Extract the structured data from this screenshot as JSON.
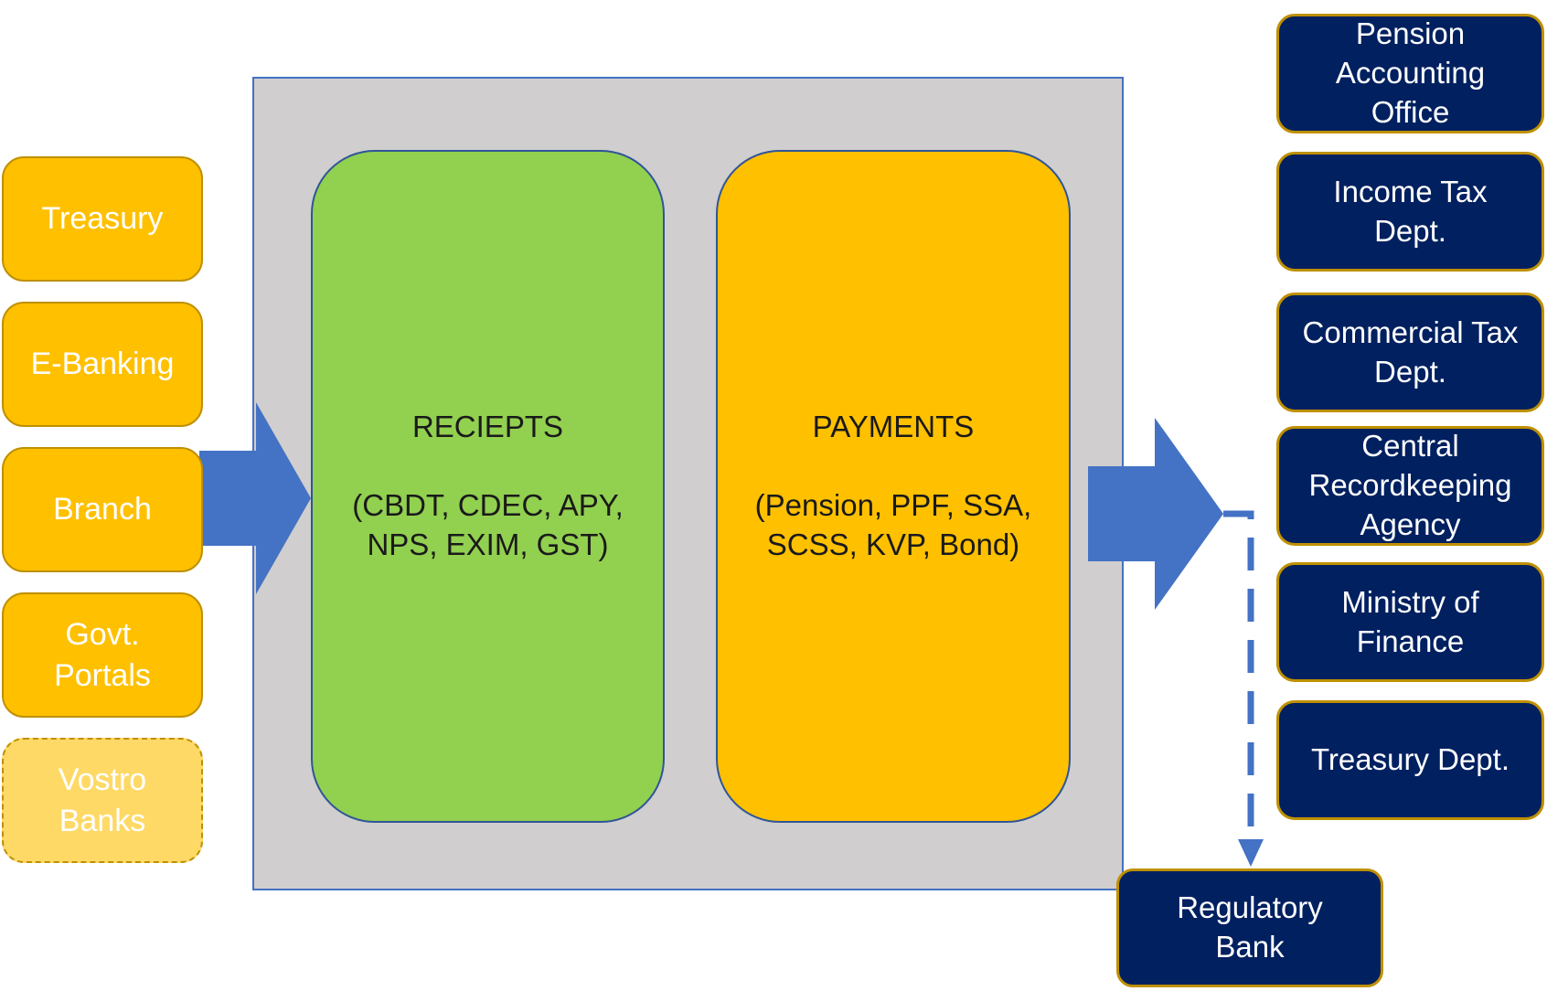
{
  "colors": {
    "source_fill": "#ffc000",
    "source_border": "#bf9000",
    "source_optional_fill": "#ffd966",
    "receipts_fill": "#92d050",
    "payments_fill": "#ffc000",
    "panel_fill": "#d0cece",
    "arrow_fill": "#4472c4",
    "destination_fill": "#002060",
    "destination_border": "#bf9000"
  },
  "sources": [
    {
      "label": "Treasury"
    },
    {
      "label": "E-Banking"
    },
    {
      "label": "Branch"
    },
    {
      "label": "Govt.\nPortals"
    },
    {
      "label": "Vostro\nBanks"
    }
  ],
  "receipts": {
    "title": "RECIEPTS",
    "detail": "(CBDT, CDEC, APY,\nNPS, EXIM, GST)"
  },
  "payments": {
    "title": "PAYMENTS",
    "detail": "(Pension, PPF, SSA,\nSCSS, KVP, Bond)"
  },
  "destinations": [
    {
      "label": "Pension\nAccounting\nOffice"
    },
    {
      "label": "Income Tax\nDept."
    },
    {
      "label": "Commercial Tax\nDept."
    },
    {
      "label": "Central\nRecordkeeping\nAgency"
    },
    {
      "label": "Ministry of\nFinance"
    },
    {
      "label": "Treasury Dept."
    }
  ],
  "regulatory": {
    "label": "Regulatory\nBank"
  }
}
